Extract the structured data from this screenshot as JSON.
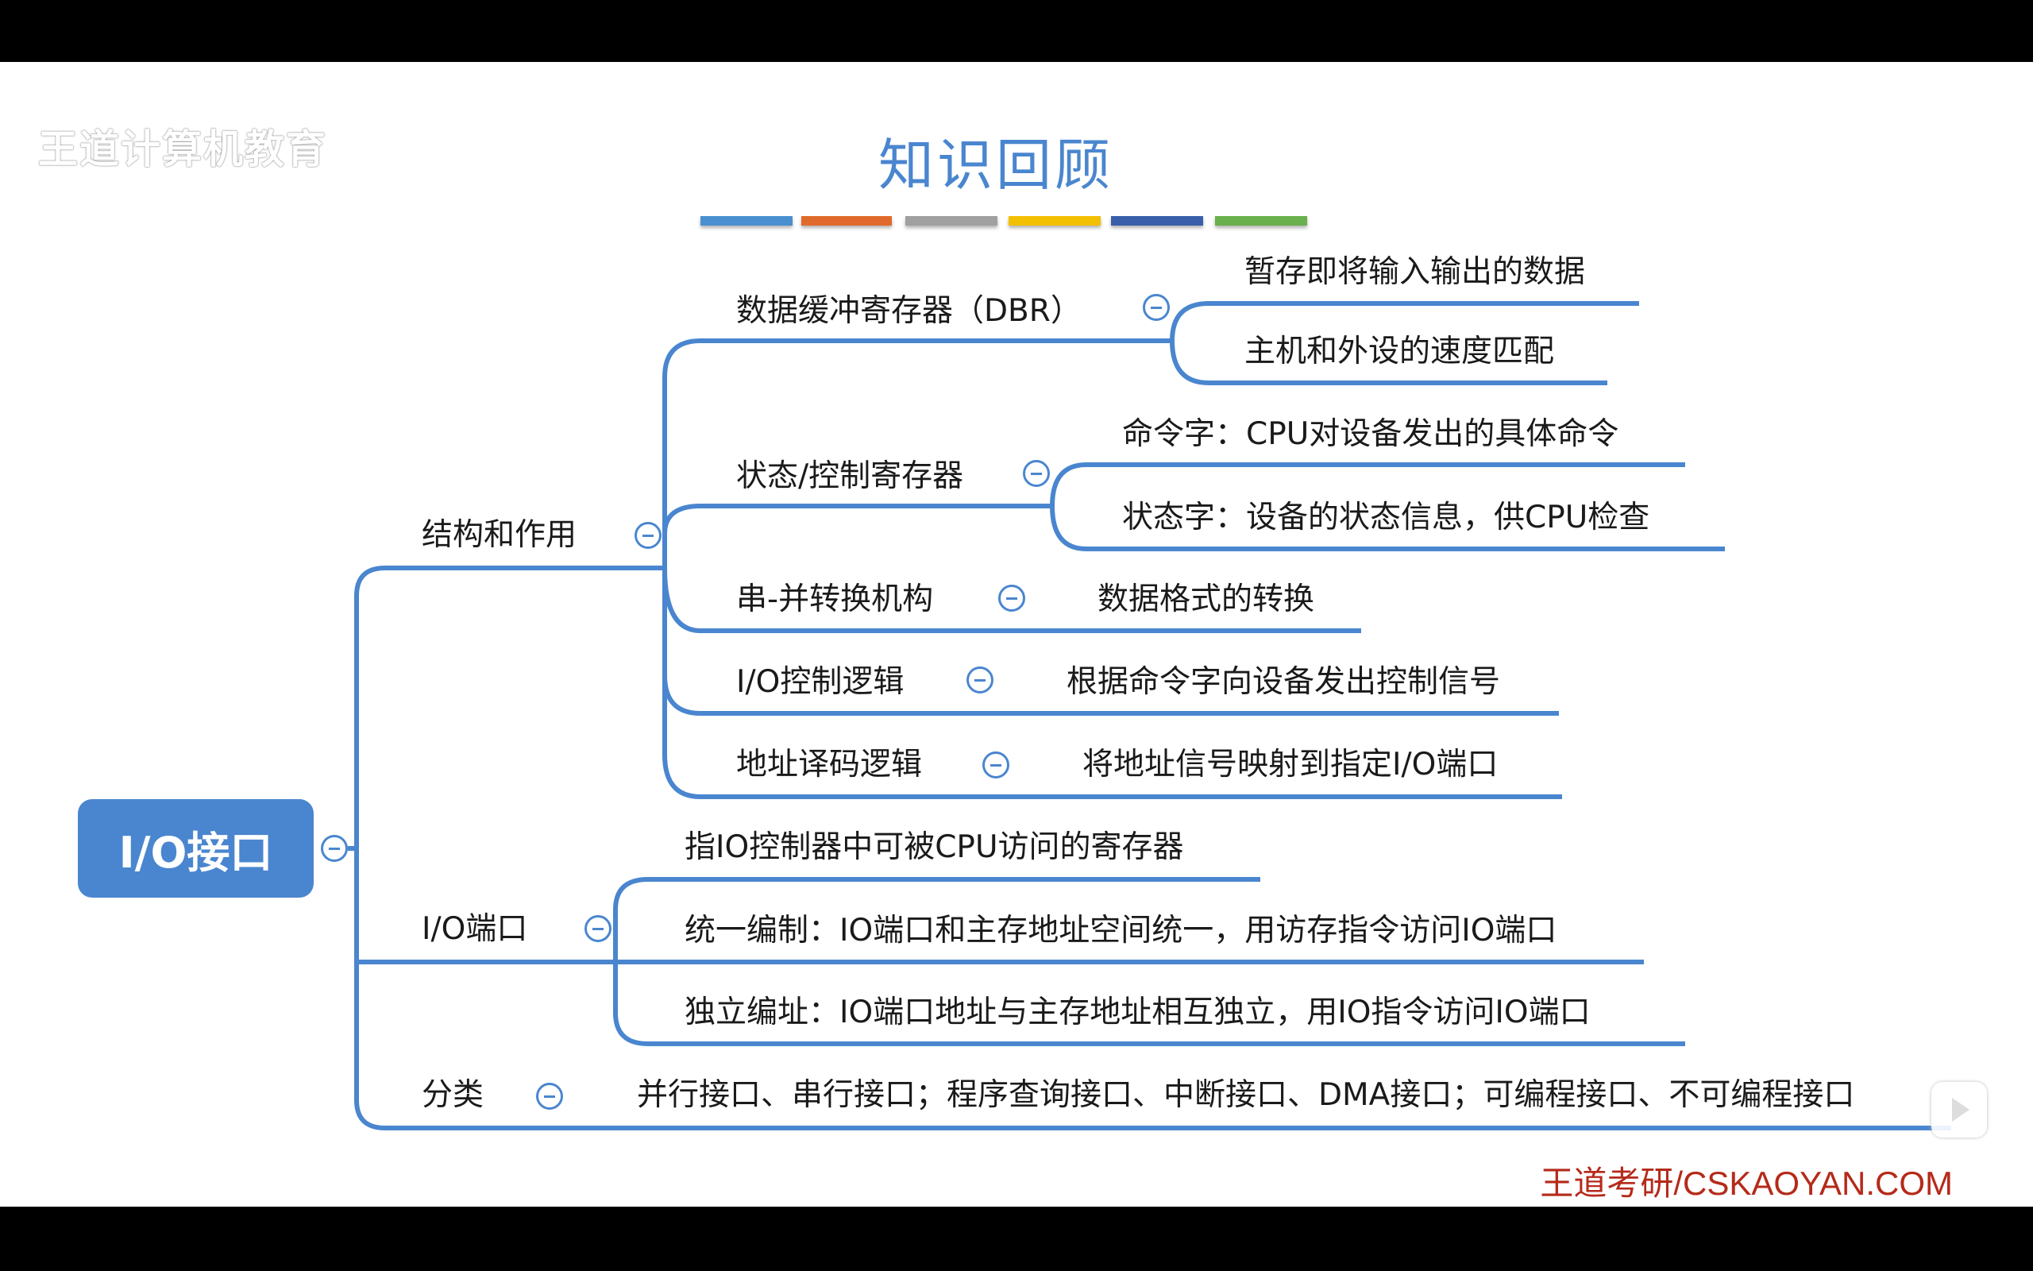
{
  "watermark": {
    "logo": "王道计算机教育"
  },
  "title": "知识回顾",
  "title_color": "#4a86cf",
  "bar_colors": [
    "#4a90d0",
    "#e06a2c",
    "#a0a0a0",
    "#f2c000",
    "#3a5faa",
    "#6ab04c"
  ],
  "root": {
    "label": "I/O接口"
  },
  "structure": {
    "label": "结构和作用",
    "items": [
      {
        "label": "数据缓冲寄存器（DBR）",
        "children": [
          "暂存即将输入输出的数据",
          "主机和外设的速度匹配"
        ]
      },
      {
        "label": "状态/控制寄存器",
        "children": [
          "命令字：CPU对设备发出的具体命令",
          "状态字：设备的状态信息，供CPU检查"
        ]
      },
      {
        "label": "串-并转换机构",
        "children": [
          "数据格式的转换"
        ]
      },
      {
        "label": "I/O控制逻辑",
        "children": [
          "根据命令字向设备发出控制信号"
        ]
      },
      {
        "label": "地址译码逻辑",
        "children": [
          "将地址信号映射到指定I/O端口"
        ]
      }
    ]
  },
  "port": {
    "label": "I/O端口",
    "children": [
      "指IO控制器中可被CPU访问的寄存器",
      "统一编制：IO端口和主存地址空间统一，用访存指令访问IO端口",
      "独立编址：IO端口地址与主存地址相互独立，用IO指令访问IO端口"
    ]
  },
  "category": {
    "label": "分类",
    "children": [
      "并行接口、串行接口；程序查询接口、中断接口、DMA接口；可编程接口、不可编程接口"
    ]
  },
  "footer": "王道考研/CSKAOYAN.COM"
}
